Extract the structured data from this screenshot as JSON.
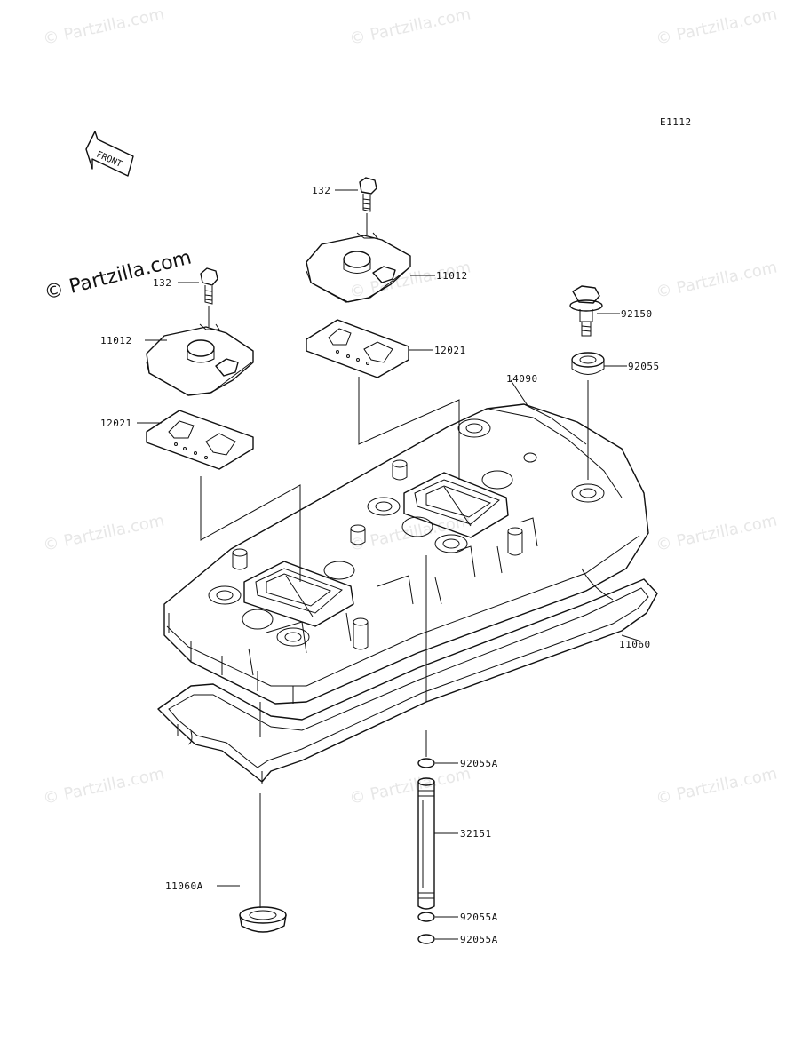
{
  "diagram_code": "E1112",
  "front_label": "FRONT",
  "watermark_main": "© Partzilla.com",
  "watermarks": [
    "© Partzilla.com"
  ],
  "parts": {
    "bolt_132_top": "132",
    "bolt_132_left": "132",
    "cap_11012_top": "11012",
    "cap_11012_left": "11012",
    "gasket_12021_top": "12021",
    "gasket_12021_left": "12021",
    "bolt_92150": "92150",
    "washer_92055": "92055",
    "cover_14090": "14090",
    "gasket_11060": "11060",
    "oring_92055A_1": "92055A",
    "pipe_32151": "32151",
    "oring_92055A_2": "92055A",
    "oring_92055A_3": "92055A",
    "seal_11060A": "11060A"
  }
}
